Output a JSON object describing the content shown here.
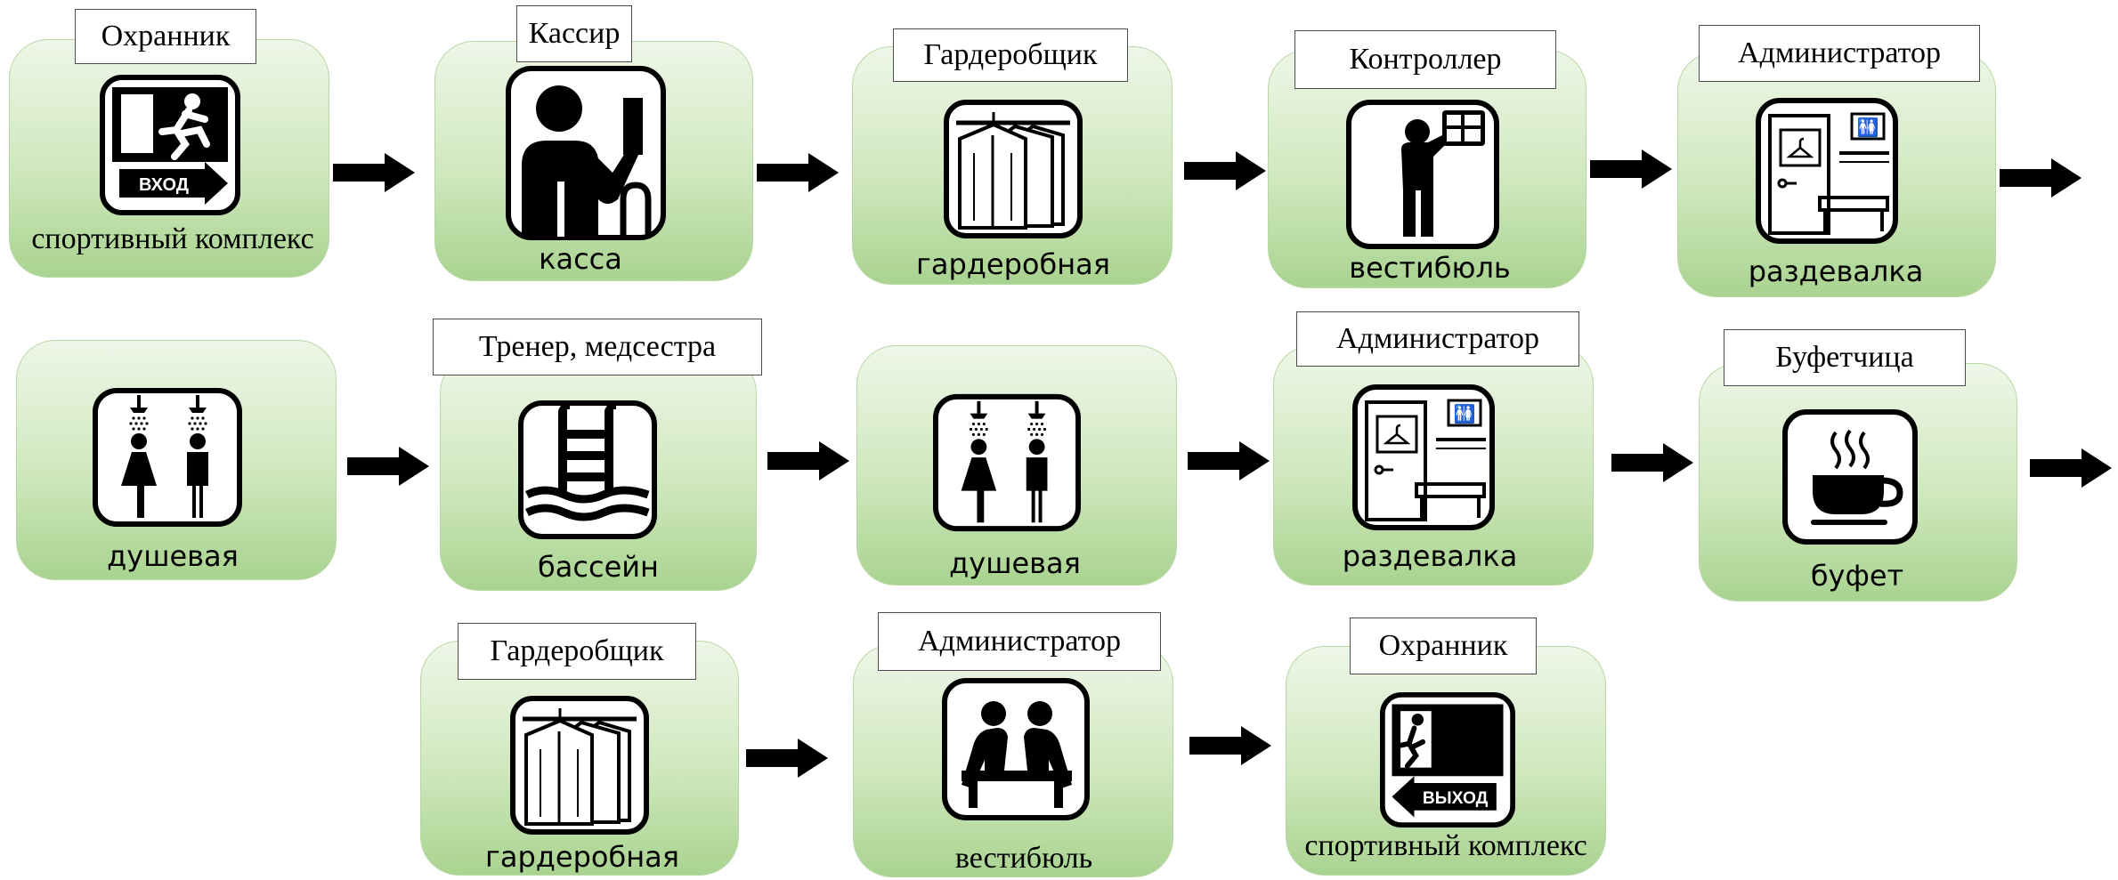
{
  "rows": [
    [
      {
        "role": "Охранник",
        "place": "спортивный комплекс",
        "icon": "entrance-exit-icon"
      },
      {
        "role": "Кассир",
        "place": "касса",
        "icon": "cashier-icon"
      },
      {
        "role": "Гардеробщик",
        "place": "гардеробная",
        "icon": "wardrobe-icon"
      },
      {
        "role": "Контроллер",
        "place": "вестибюль",
        "icon": "ticket-control-icon"
      },
      {
        "role": "Администратор",
        "place": "раздевалка",
        "icon": "locker-room-icon"
      }
    ],
    [
      {
        "role": "",
        "place": "душевая",
        "icon": "shower-icon"
      },
      {
        "role": "Тренер, медсестра",
        "place": "бассейн",
        "icon": "pool-icon"
      },
      {
        "role": "",
        "place": "душевая",
        "icon": "shower-icon"
      },
      {
        "role": "Администратор",
        "place": "раздевалка",
        "icon": "locker-room-icon"
      },
      {
        "role": "Буфетчица",
        "place": "буфет",
        "icon": "coffee-cup-icon"
      }
    ],
    [
      {
        "role": "Гардеробщик",
        "place": "гардеробная",
        "icon": "wardrobe-icon"
      },
      {
        "role": "Администратор",
        "place": "вестибюль",
        "icon": "waiting-room-icon"
      },
      {
        "role": "Охранник",
        "place": "спортивный комплекс",
        "icon": "exit-icon"
      }
    ]
  ],
  "sign_text": {
    "entry": "ВХОД",
    "exit": "ВЫХОД"
  }
}
